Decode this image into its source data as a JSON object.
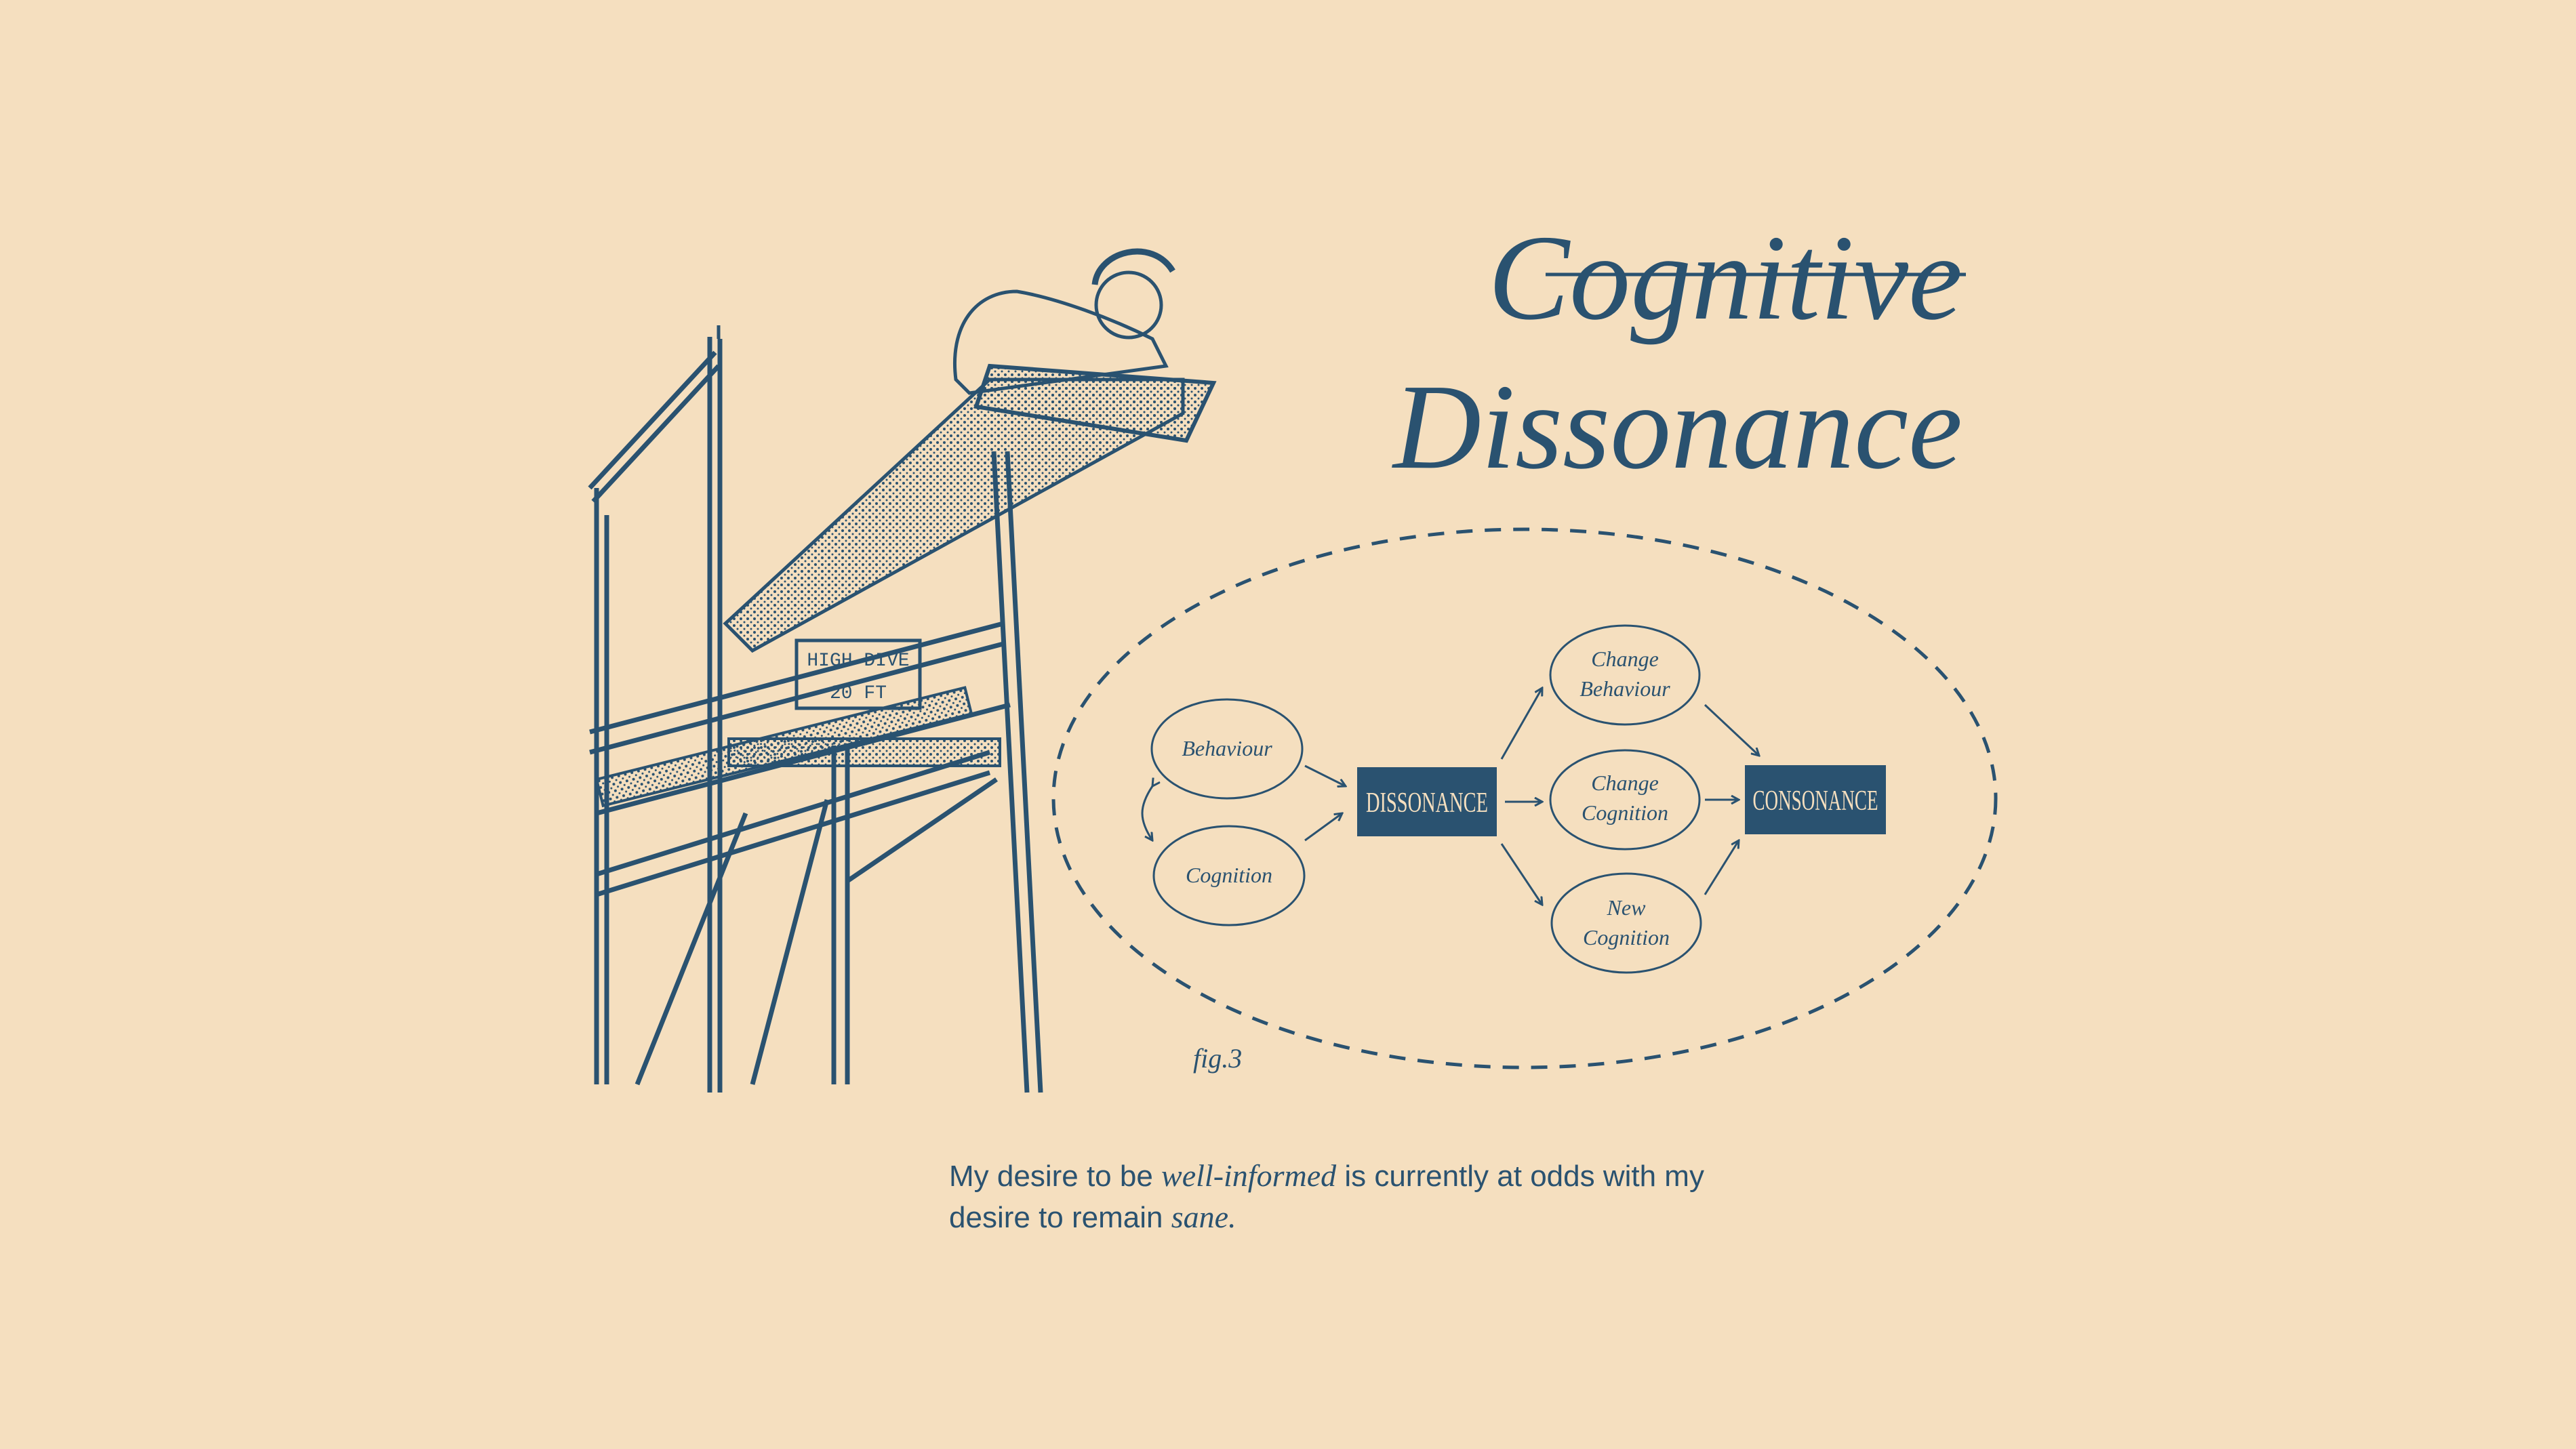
{
  "title": {
    "line1": "Cognitive",
    "line2": "Dissonance"
  },
  "diagram": {
    "behaviour": "Behaviour",
    "cognition": "Cognition",
    "dissonance": "DISSONANCE",
    "change_behaviour": [
      "Change",
      "Behaviour"
    ],
    "change_cognition": [
      "Change",
      "Cognition"
    ],
    "new_cognition": [
      "New",
      "Cognition"
    ],
    "consonance": "CONSONANCE"
  },
  "illustration": {
    "sign_line1": "HIGH DIVE",
    "sign_line2": "20 FT",
    "figure_label": "fig.3"
  },
  "caption": {
    "part1": "My desire to be ",
    "em1": "well-informed",
    "part2": " is currently at odds with my desire to remain ",
    "em2": "sane."
  },
  "colors": {
    "background": "#f5dfbf",
    "ink": "#2a5270"
  }
}
